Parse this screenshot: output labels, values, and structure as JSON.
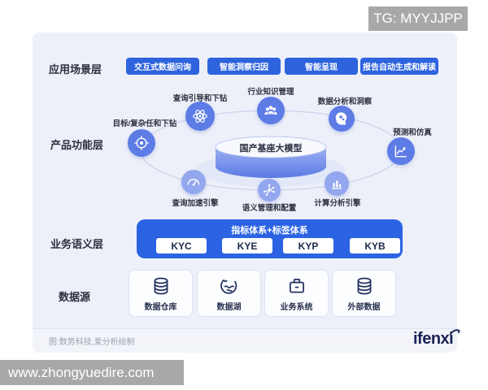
{
  "watermark_tg": "TG: MYYJJPP",
  "bottom_bar": {
    "url": "www.zhongyuedire.com"
  },
  "footer": {
    "credit": "图:数势科技,爱分析绘制",
    "logo": "ifenxi"
  },
  "colors": {
    "accent_blue": "#2e63de",
    "semantic_box_blue": "#2b63e3",
    "node_blue_dark": "#5e7ce6",
    "node_blue_light": "#93a7ee",
    "card_bg": "#edf0f8",
    "watermark_gray": "#a8a8a8",
    "icon_navy": "#22325f"
  },
  "layers": {
    "application": {
      "label": "应用场景层",
      "items": [
        "交互式数据问询",
        "智能洞察归因",
        "智能呈现",
        "报告自动生成和解读"
      ]
    },
    "product": {
      "label": "产品功能层",
      "center": "国产基座大模型",
      "nodes": [
        {
          "label": "目标/复杂任和下钻",
          "icon": "target-icon"
        },
        {
          "label": "查询引导和下钻",
          "icon": "atom-icon"
        },
        {
          "label": "行业知识管理",
          "icon": "people-icon"
        },
        {
          "label": "数据分析和洞察",
          "icon": "mind-icon"
        },
        {
          "label": "预测和仿真",
          "icon": "trend-chart-icon"
        },
        {
          "label": "查询加速引擎",
          "icon": "speedometer-icon"
        },
        {
          "label": "语义管理和配置",
          "icon": "network-icon"
        },
        {
          "label": "计算分析引擎",
          "icon": "compute-bars-icon"
        }
      ]
    },
    "semantic": {
      "label": "业务语义层",
      "header": "指标体系+标签体系",
      "items": [
        "KYC",
        "KYE",
        "KYP",
        "KYB"
      ]
    },
    "datasource": {
      "label": "数据源",
      "items": [
        {
          "label": "数据仓库",
          "icon": "database-icon"
        },
        {
          "label": "数据湖",
          "icon": "lake-icon"
        },
        {
          "label": "业务系统",
          "icon": "briefcase-icon"
        },
        {
          "label": "外部数据",
          "icon": "database-icon"
        }
      ]
    }
  }
}
